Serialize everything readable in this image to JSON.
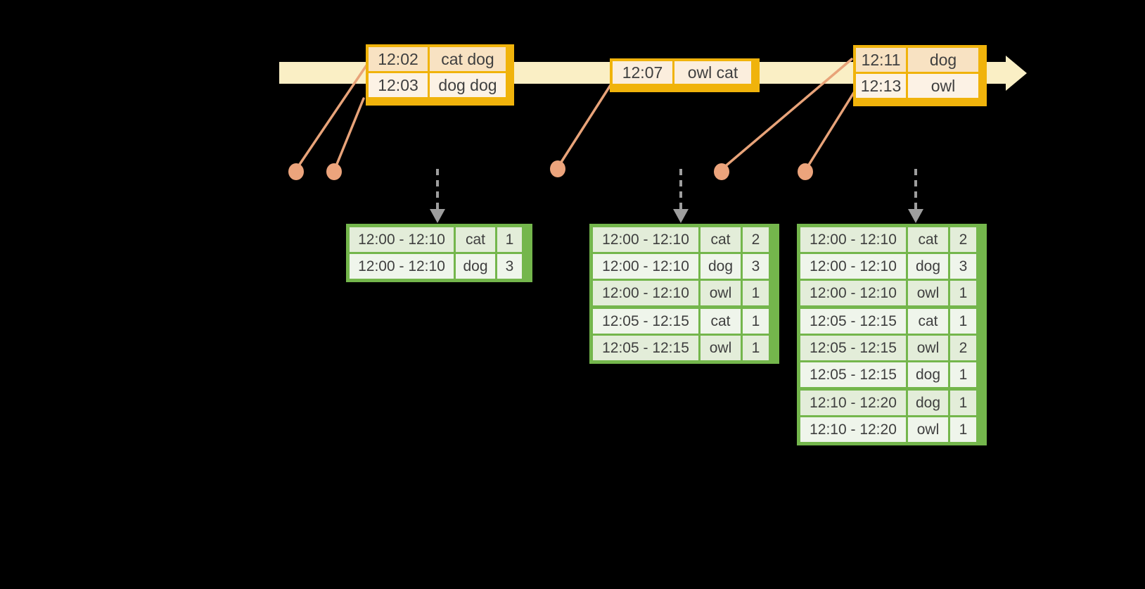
{
  "colors": {
    "background": "#000000",
    "timeline_fill": "#FAEFC5",
    "event_table_border": "#F0B30B",
    "event_row_dark": "#F8E2C2",
    "event_row_light": "#FCF2E5",
    "connector_orange": "#E8A379",
    "dot_orange": "#ECA47C",
    "result_table_border": "#74B64C",
    "result_row_dark": "#E3EDD9",
    "result_row_light": "#EFF5EB",
    "dashed_arrow_gray": "#9E9E9E",
    "text": "#3F3F3F"
  },
  "event_tables": [
    {
      "rows": [
        {
          "time": "12:02",
          "words": "cat dog"
        },
        {
          "time": "12:03",
          "words": "dog dog"
        }
      ]
    },
    {
      "rows": [
        {
          "time": "12:07",
          "words": "owl cat"
        }
      ]
    },
    {
      "rows": [
        {
          "time": "12:11",
          "words": "dog"
        },
        {
          "time": "12:13",
          "words": "owl"
        }
      ]
    }
  ],
  "result_tables": [
    {
      "rows": [
        {
          "window": "12:00 - 12:10",
          "word": "cat",
          "count": "1"
        },
        {
          "window": "12:00 - 12:10",
          "word": "dog",
          "count": "3"
        }
      ]
    },
    {
      "rows": [
        {
          "window": "12:00 - 12:10",
          "word": "cat",
          "count": "2"
        },
        {
          "window": "12:00 - 12:10",
          "word": "dog",
          "count": "3"
        },
        {
          "window": "12:00 - 12:10",
          "word": "owl",
          "count": "1"
        },
        {
          "window": "12:05 - 12:15",
          "word": "cat",
          "count": "1"
        },
        {
          "window": "12:05 - 12:15",
          "word": "owl",
          "count": "1"
        }
      ]
    },
    {
      "rows": [
        {
          "window": "12:00 - 12:10",
          "word": "cat",
          "count": "2"
        },
        {
          "window": "12:00 - 12:10",
          "word": "dog",
          "count": "3"
        },
        {
          "window": "12:00 - 12:10",
          "word": "owl",
          "count": "1"
        },
        {
          "window": "12:05 - 12:15",
          "word": "cat",
          "count": "1"
        },
        {
          "window": "12:05 - 12:15",
          "word": "owl",
          "count": "2"
        },
        {
          "window": "12:05 - 12:15",
          "word": "dog",
          "count": "1"
        },
        {
          "window": "12:10 - 12:20",
          "word": "dog",
          "count": "1"
        },
        {
          "window": "12:10 - 12:20",
          "word": "owl",
          "count": "1"
        }
      ]
    }
  ]
}
